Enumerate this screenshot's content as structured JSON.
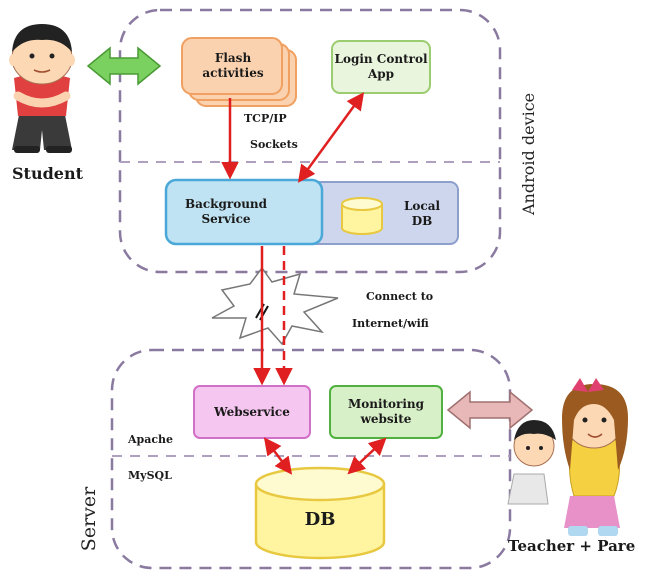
{
  "sections": {
    "device_label": "Android device",
    "server_label": "Server"
  },
  "actors": {
    "student": "Student",
    "teacher_parent": "Teacher + Pare"
  },
  "components": {
    "flash": "Flash activities",
    "login": "Login Control App",
    "background": "Background Service",
    "local_db": "Local DB",
    "webservice": "Webservice",
    "monitoring": "Monitoring website",
    "db": "DB"
  },
  "annotations": {
    "tcpip": "TCP/IP",
    "sockets": "Sockets",
    "connect1": "Connect to",
    "connect2": "Internet/wifi",
    "apache": "Apache",
    "mysql": "MySQL"
  },
  "colors": {
    "dashed_border": "#8a7aa0",
    "arrow": "#e02020",
    "flash_fill": "#fbd2b0",
    "flash_border": "#f0a060",
    "login_fill": "#eaf5de",
    "login_border": "#9ccc70",
    "background_fill": "#bfe3f2",
    "background_border": "#4aa8d8",
    "local_db_fill": "#cdd6ec",
    "local_db_border": "#8da0cc",
    "webservice_fill": "#f5c6f0",
    "webservice_border": "#d070c8",
    "monitoring_fill": "#d8f0c8",
    "monitoring_border": "#50b040",
    "db_fill": "#fff5a0",
    "db_border": "#e8c840",
    "student_arrow": "#7bd160",
    "teacher_arrow": "#e8b8b8"
  }
}
